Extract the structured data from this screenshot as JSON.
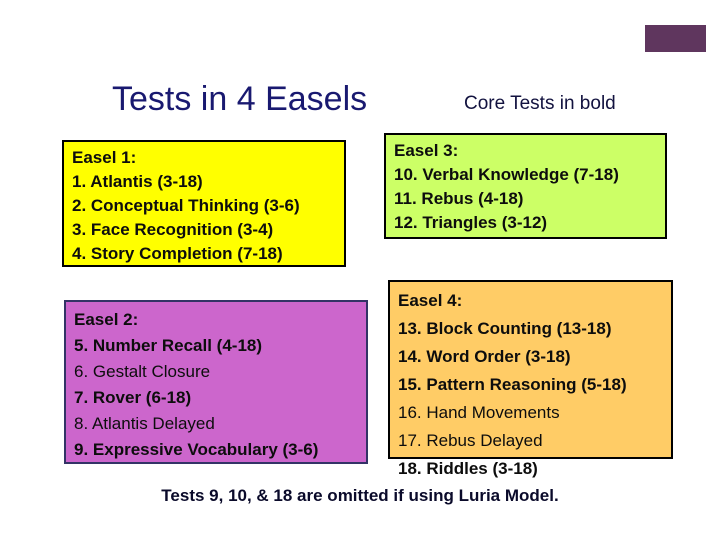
{
  "slide": {
    "title": "Tests in 4 Easels",
    "subtitle": "Core Tests in bold",
    "footer": "Tests 9, 10, & 18 are omitted if using Luria Model.",
    "title_color": "#191970",
    "accent_bar_color": "#5f365e",
    "background_color": "#ffffff"
  },
  "easels": [
    {
      "header": "Easel 1:",
      "bg": "#ffff00",
      "border": "#000000",
      "items": [
        {
          "text": "1. Atlantis (3-18)",
          "bold": true
        },
        {
          "text": "2. Conceptual Thinking (3-6)",
          "bold": true
        },
        {
          "text": "3. Face Recognition (3-4)",
          "bold": true
        },
        {
          "text": "4. Story Completion (7-18)",
          "bold": true
        }
      ]
    },
    {
      "header": "Easel 2:",
      "bg": "#cc66cc",
      "border": "#333366",
      "items": [
        {
          "text": "5. Number Recall (4-18)",
          "bold": true
        },
        {
          "text": "6. Gestalt Closure",
          "bold": false
        },
        {
          "text": "7. Rover (6-18)",
          "bold": true
        },
        {
          "text": "8. Atlantis Delayed",
          "bold": false
        },
        {
          "text": "9. Expressive Vocabulary (3-6)",
          "bold": true
        }
      ]
    },
    {
      "header": "Easel 3:",
      "bg": "#ccff66",
      "border": "#000000",
      "items": [
        {
          "text": "10. Verbal Knowledge (7-18)",
          "bold": true
        },
        {
          "text": "11. Rebus (4-18)",
          "bold": true
        },
        {
          "text": "12. Triangles (3-12)",
          "bold": true
        }
      ]
    },
    {
      "header": "Easel 4:",
      "bg": "#ffcc66",
      "border": "#000000",
      "items": [
        {
          "text": "13. Block Counting (13-18)",
          "bold": true
        },
        {
          "text": "14. Word Order (3-18)",
          "bold": true
        },
        {
          "text": "15. Pattern Reasoning (5-18)",
          "bold": true
        },
        {
          "text": "16. Hand Movements",
          "bold": false
        },
        {
          "text": "17. Rebus Delayed",
          "bold": false
        },
        {
          "text": "18. Riddles (3-18)",
          "bold": true
        }
      ]
    }
  ]
}
